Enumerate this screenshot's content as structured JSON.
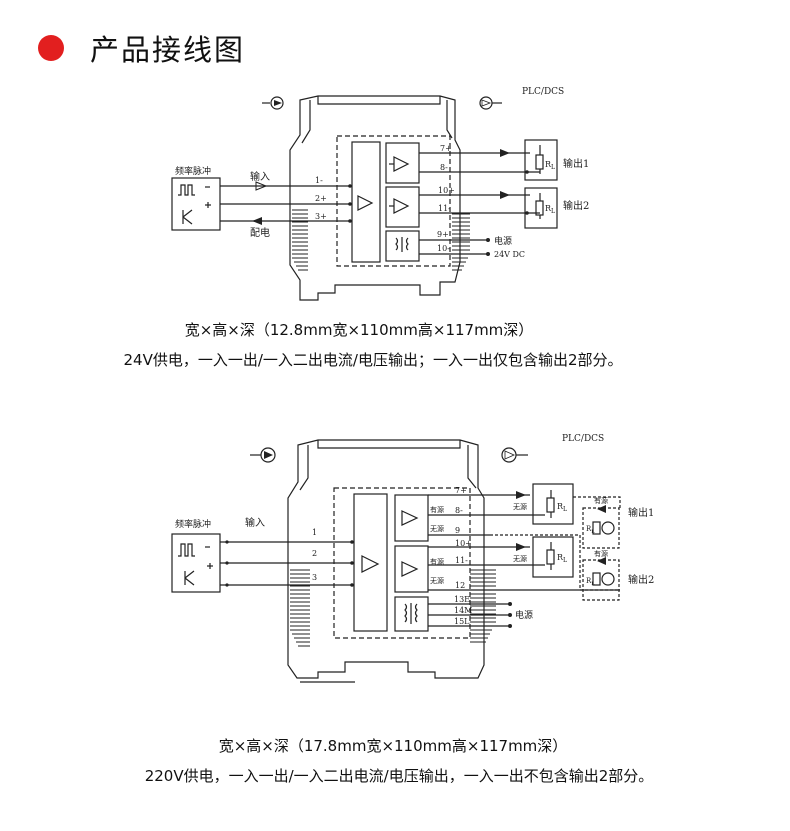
{
  "header": {
    "title": "产品接线图",
    "bullet_color": "#e21f1f"
  },
  "diagram1": {
    "plc_label": "PLC/DCS",
    "source_label": "频率脉冲",
    "input_label": "输入",
    "supply_label": "配电",
    "terminals_left": [
      "1-",
      "2+",
      "3+"
    ],
    "terminals_right": [
      "7+",
      "8-",
      "10+",
      "11-",
      "9+",
      "10-"
    ],
    "load_label": "RL",
    "output1_label": "输出1",
    "output2_label": "输出2",
    "power_label": "电源",
    "power_spec": "24V DC",
    "caption_dims": "宽×高×深（12.8mm宽×110mm高×117mm深）",
    "caption_desc": "24V供电，一入一出/一入二出电流/电压输出；一入一出仅包含输出2部分。"
  },
  "diagram2": {
    "plc_label": "PLC/DCS",
    "source_label": "频率脉冲",
    "input_label": "输入",
    "terminals_left": [
      "1",
      "2",
      "3"
    ],
    "terminals_right": [
      "7+",
      "8-",
      "9",
      "10+",
      "11-",
      "12",
      "13E",
      "14M",
      "15L"
    ],
    "active_label": "有源",
    "passive_label": "无源",
    "load_label": "RL",
    "output1_label": "输出1",
    "output2_label": "输出2",
    "power_label": "电源",
    "caption_dims": "宽×高×深（17.8mm宽×110mm高×117mm深）",
    "caption_desc": "220V供电，一入一出/一入二出电流/电压输出，一入一出不包含输出2部分。"
  }
}
